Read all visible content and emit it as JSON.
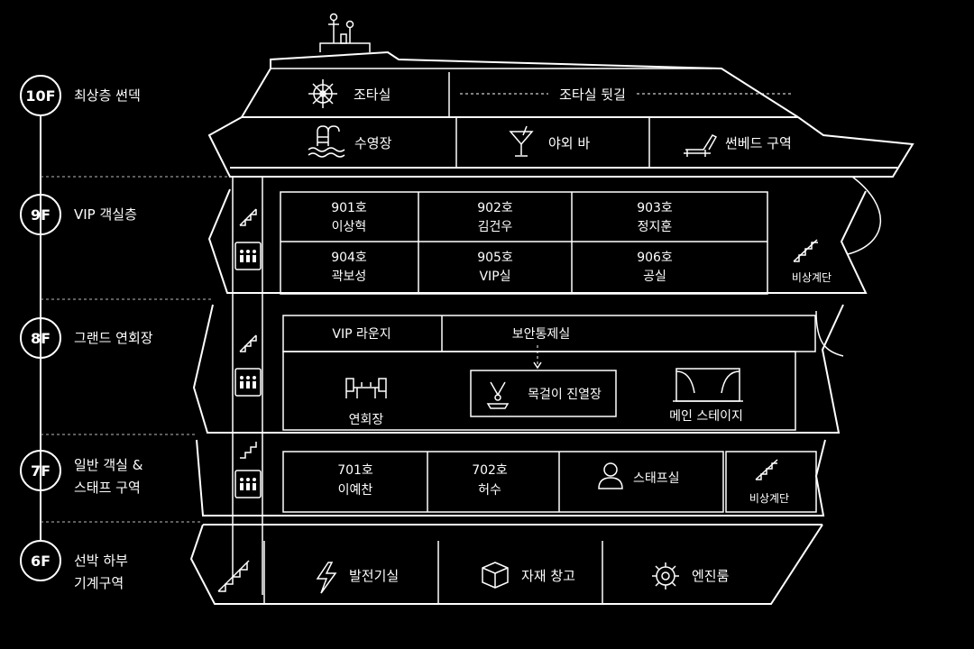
{
  "floors": [
    {
      "id": "10f",
      "label": "10F",
      "name": "최상층 썬덱"
    },
    {
      "id": "9f",
      "label": "9F",
      "name": "VIP 객실층"
    },
    {
      "id": "8f",
      "label": "8F",
      "name": "그랜드 연회장"
    },
    {
      "id": "7f",
      "label": "7F",
      "name_line1": "일반 객실 &",
      "name_line2": "스태프 구역"
    },
    {
      "id": "6f",
      "label": "6F",
      "name_line1": "선박 하부",
      "name_line2": "기계구역"
    }
  ],
  "deck10": {
    "bridge": "조타실",
    "bridge_passage": "조타실 뒷길",
    "pool": "수영장",
    "bar": "야외 바",
    "sunbed": "썬베드 구역"
  },
  "deck9": {
    "rooms": [
      {
        "no": "901호",
        "name": "이상혁"
      },
      {
        "no": "902호",
        "name": "김건우"
      },
      {
        "no": "903호",
        "name": "정지훈"
      },
      {
        "no": "904호",
        "name": "곽보성"
      },
      {
        "no": "905호",
        "name": "VIP실"
      },
      {
        "no": "906호",
        "name": "공실"
      }
    ],
    "emergency_stairs": "비상계단"
  },
  "deck8": {
    "vip_lounge": "VIP 라운지",
    "security_room": "보안통제실",
    "banquet_hall": "연회장",
    "necklace_display": "목걸이 진열장",
    "main_stage": "메인 스테이지"
  },
  "deck7": {
    "rooms": [
      {
        "no": "701호",
        "name": "이예찬"
      },
      {
        "no": "702호",
        "name": "허수"
      }
    ],
    "staff_room": "스태프실",
    "emergency_stairs": "비상계단"
  },
  "deck6": {
    "generator": "발전기실",
    "storage": "자재 창고",
    "engine": "엔진룸"
  }
}
